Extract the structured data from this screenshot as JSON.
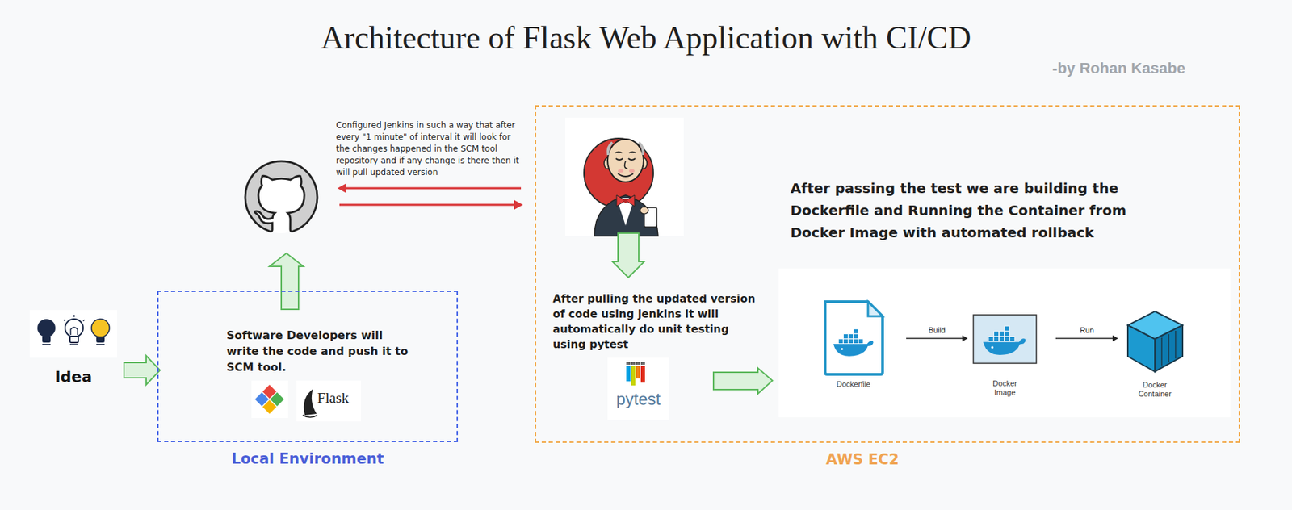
{
  "diagram": {
    "title": "Architecture of Flask Web Application with CI/CD",
    "nodes": [
      {
        "text": [
          "Idea"
        ]
      },
      {
        "text": [
          "Software Developers will write the code and push it to SCM tool.",
          "Local Environment"
        ]
      },
      {
        "text": [
          "AWS EC2"
        ]
      },
      {
        "text": [
          "Dockerfile"
        ],
        "in": 2
      },
      {
        "text": [
          "Docker Image"
        ],
        "in": 2
      },
      {
        "text": [
          "Docker Container"
        ],
        "in": 2
      }
    ],
    "edges": [
      {
        "from": 0,
        "to": 1,
        "arrow": "to"
      },
      {
        "from": 3,
        "to": 4,
        "label": "Build",
        "arrow": "to"
      },
      {
        "from": 4,
        "to": 5,
        "label": "Run",
        "arrow": "to"
      }
    ],
    "labels": [
      "-by Rohan Kasabe",
      "Configured Jenkins in such a way that after every \"1 minute\" of interval it will look for the changes happened in the SCM tool repository and if any change is there then it will pull updated version",
      "After passing the test we are building the Dockerfile and Running the Container from Docker Image with automated rollback",
      "After pulling the updated version of code using jenkins it will automatically do unit testing using pytest",
      "Flask",
      "pytest"
    ]
  }
}
